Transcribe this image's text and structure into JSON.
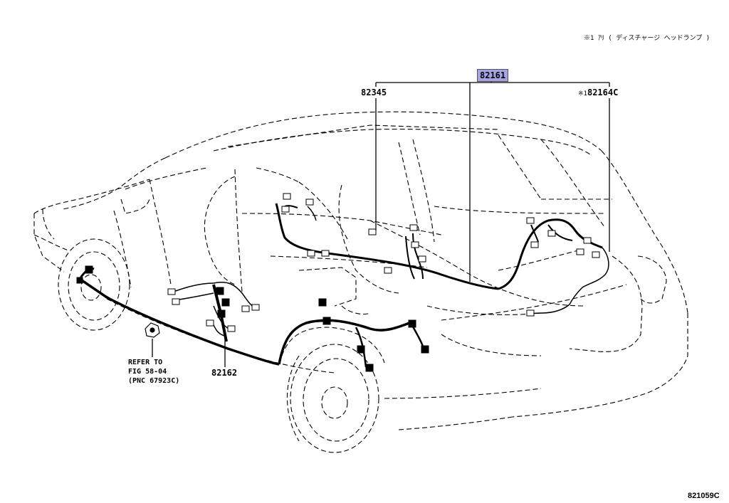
{
  "header_note": "※1 ｱﾘ ( ディスチャージ  ヘッドランプ )",
  "parts": {
    "main_harness": "82161",
    "left_connector": "82345",
    "right_connector_marker": "※1",
    "right_connector": "82164C",
    "floor_harness": "82162"
  },
  "reference": {
    "line1": "REFER TO",
    "line2": "FIG 58-04",
    "line3": "(PNC 67923C)"
  },
  "figure_code": "821059C",
  "colors": {
    "highlight": "#a3a3e6",
    "line": "#000000"
  }
}
